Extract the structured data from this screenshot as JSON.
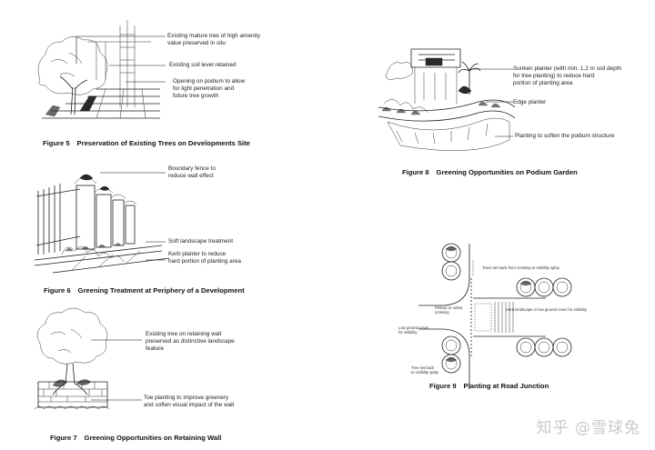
{
  "figures": [
    {
      "number": "Figure 5",
      "title": "Preservation of Existing Trees on Developments Site",
      "notes": [
        "Existing mature tree of high amenity\nvalue preserved in situ",
        "Existing soil level retained",
        "Opening on podium to allow\nfor light penetration and\nfuture tree growth"
      ]
    },
    {
      "number": "Figure 6",
      "title": "Greening Treatment at Periphery of a Development",
      "notes": [
        "Boundary fence to\nreduce wall effect",
        "Soft landscape treatment",
        "Kerb planter to reduce\nhard portion of planting area"
      ]
    },
    {
      "number": "Figure 7",
      "title": "Greening Opportunities on Retaining Wall",
      "notes": [
        "Existing tree on retaining wall\npreserved as distinctive landscape\nfeature",
        "Toe planting to improve greenery\nand soften visual impact of the wall"
      ]
    },
    {
      "number": "Figure 8",
      "title": "Greening Opportunities on Podium Garden",
      "notes": [
        "Sunken planter (with min. 1.2 m soil depth\nfor tree planting) to reduce hard\nportion of planting area",
        "Edge planter",
        "Planting to soften the podium structure"
      ]
    },
    {
      "number": "Figure 9",
      "title": "Planting at Road Junction",
      "notes": [
        "Trees set back from crossing to visibility splay",
        "Pelican or zebra\ncrossing",
        "Hard landscape or low ground cover for visibility",
        "Low ground cover\nfor visibility",
        "Tree set back\nto visibility splay"
      ]
    }
  ],
  "watermark": "知乎 @雪球兔"
}
